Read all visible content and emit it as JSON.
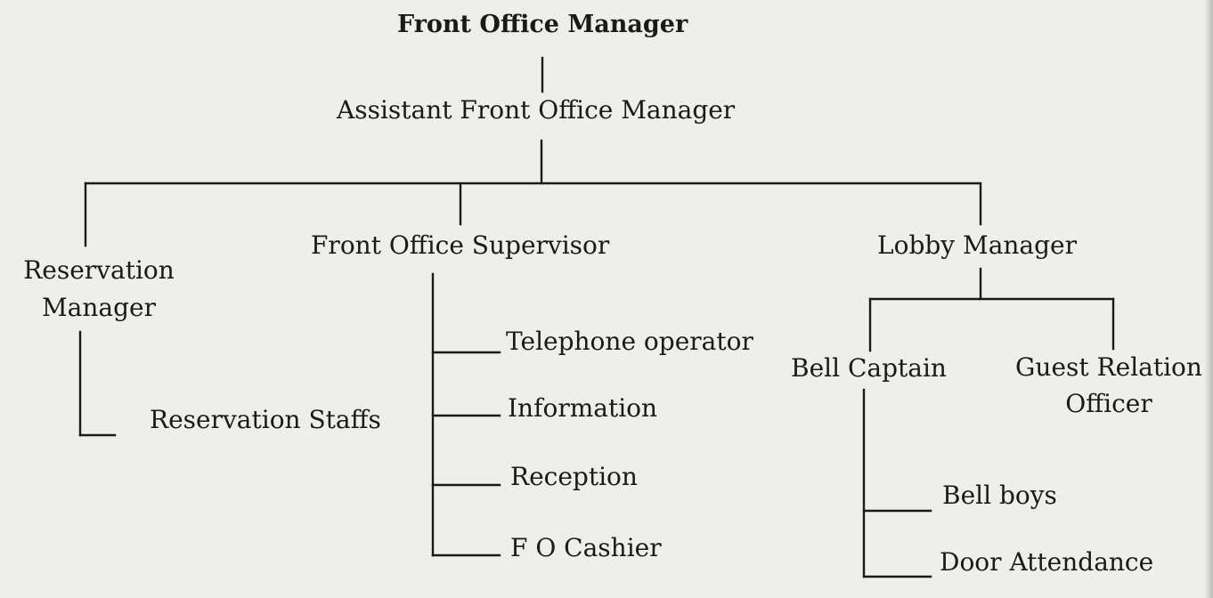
{
  "org_chart": {
    "root": {
      "label": "Front Office Manager"
    },
    "assistant": {
      "label": "Assistant Front Office Manager"
    },
    "reservation": {
      "label_line1": "Reservation",
      "label_line2": "Manager",
      "staff": "Reservation Staffs"
    },
    "supervisor": {
      "label": "Front Office Supervisor",
      "children": [
        "Telephone operator",
        "Information",
        "Reception",
        "F O Cashier"
      ]
    },
    "lobby": {
      "label": "Lobby Manager",
      "bell_captain": {
        "label": "Bell Captain",
        "children": [
          "Bell boys",
          "Door Attendance"
        ]
      },
      "guest_relation": {
        "label_line1": "Guest Relation",
        "label_line2": "Officer"
      }
    }
  }
}
